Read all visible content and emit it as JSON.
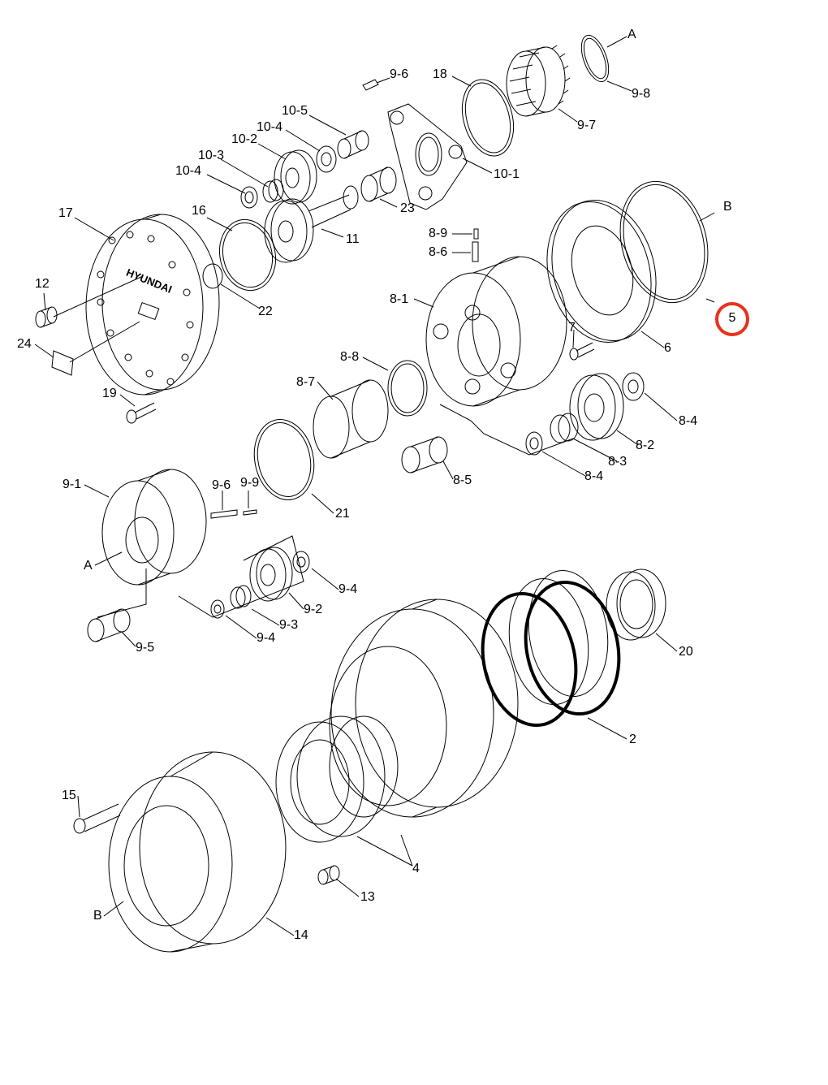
{
  "labels": {
    "A_top": "A",
    "9_8": "9-8",
    "9_6_top": "9-6",
    "18": "18",
    "9_7": "9-7",
    "10_5": "10-5",
    "10_4_a": "10-4",
    "10_2": "10-2",
    "10_3": "10-3",
    "10_4_b": "10-4",
    "10_1": "10-1",
    "23": "23",
    "B_top": "B",
    "17": "17",
    "16": "16",
    "11": "11",
    "8_9": "8-9",
    "8_6": "8-6",
    "12": "12",
    "22": "22",
    "8_1": "8-1",
    "5": "5",
    "7": "7",
    "6": "6",
    "24": "24",
    "8_8": "8-8",
    "8_7": "8-7",
    "19": "19",
    "8_4_a": "8-4",
    "8_2": "8-2",
    "8_3": "8-3",
    "8_4_b": "8-4",
    "8_5": "8-5",
    "9_1": "9-1",
    "9_6_bot": "9-6",
    "9_9": "9-9",
    "21": "21",
    "A_bot": "A",
    "9_4_a": "9-4",
    "9_2": "9-2",
    "9_3": "9-3",
    "9_4_b": "9-4",
    "9_5": "9-5",
    "20": "20",
    "2": "2",
    "15": "15",
    "4": "4",
    "13": "13",
    "B_bot": "B",
    "14": "14",
    "logo": "HYUNDAI"
  },
  "highlight": {
    "part": "5",
    "color": "#e8321e"
  },
  "colors": {
    "line": "#000000",
    "background": "#ffffff"
  }
}
